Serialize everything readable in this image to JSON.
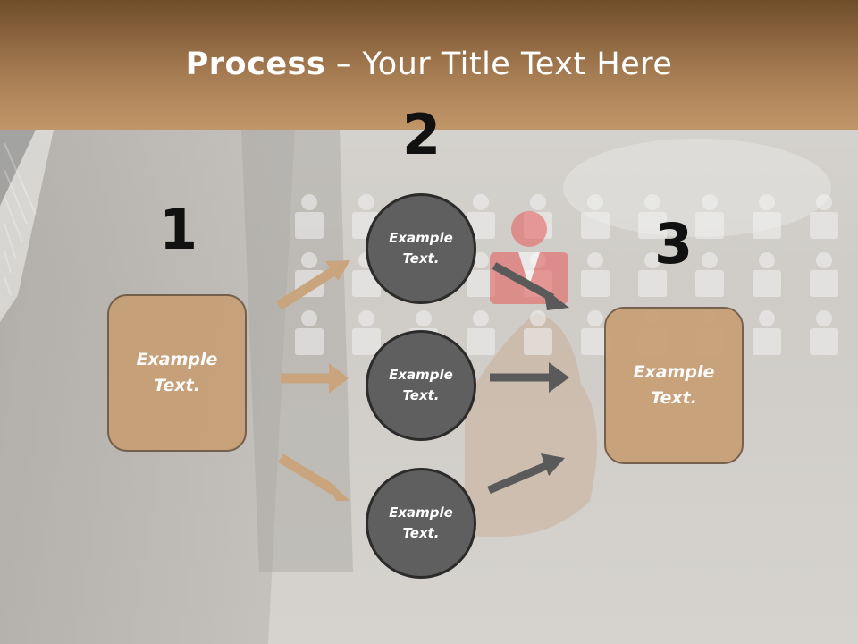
{
  "header": {
    "title_bold": "Process",
    "title_sep": " – ",
    "title_rest": "Your Title Text Here",
    "color": "#ad8459"
  },
  "steps": [
    {
      "number": "1"
    },
    {
      "number": "2"
    },
    {
      "number": "3"
    }
  ],
  "left_box": {
    "text": "Example\nText."
  },
  "right_box": {
    "text": "Example\nText."
  },
  "circles": [
    {
      "text": "Example\nText."
    },
    {
      "text": "Example\nText."
    },
    {
      "text": "Example\nText."
    }
  ],
  "colors": {
    "box_fill": "#c79f75",
    "circle_fill": "#5f5f5f",
    "arrow_tan": "#c9a47c",
    "arrow_gray": "#5a5a5a"
  }
}
